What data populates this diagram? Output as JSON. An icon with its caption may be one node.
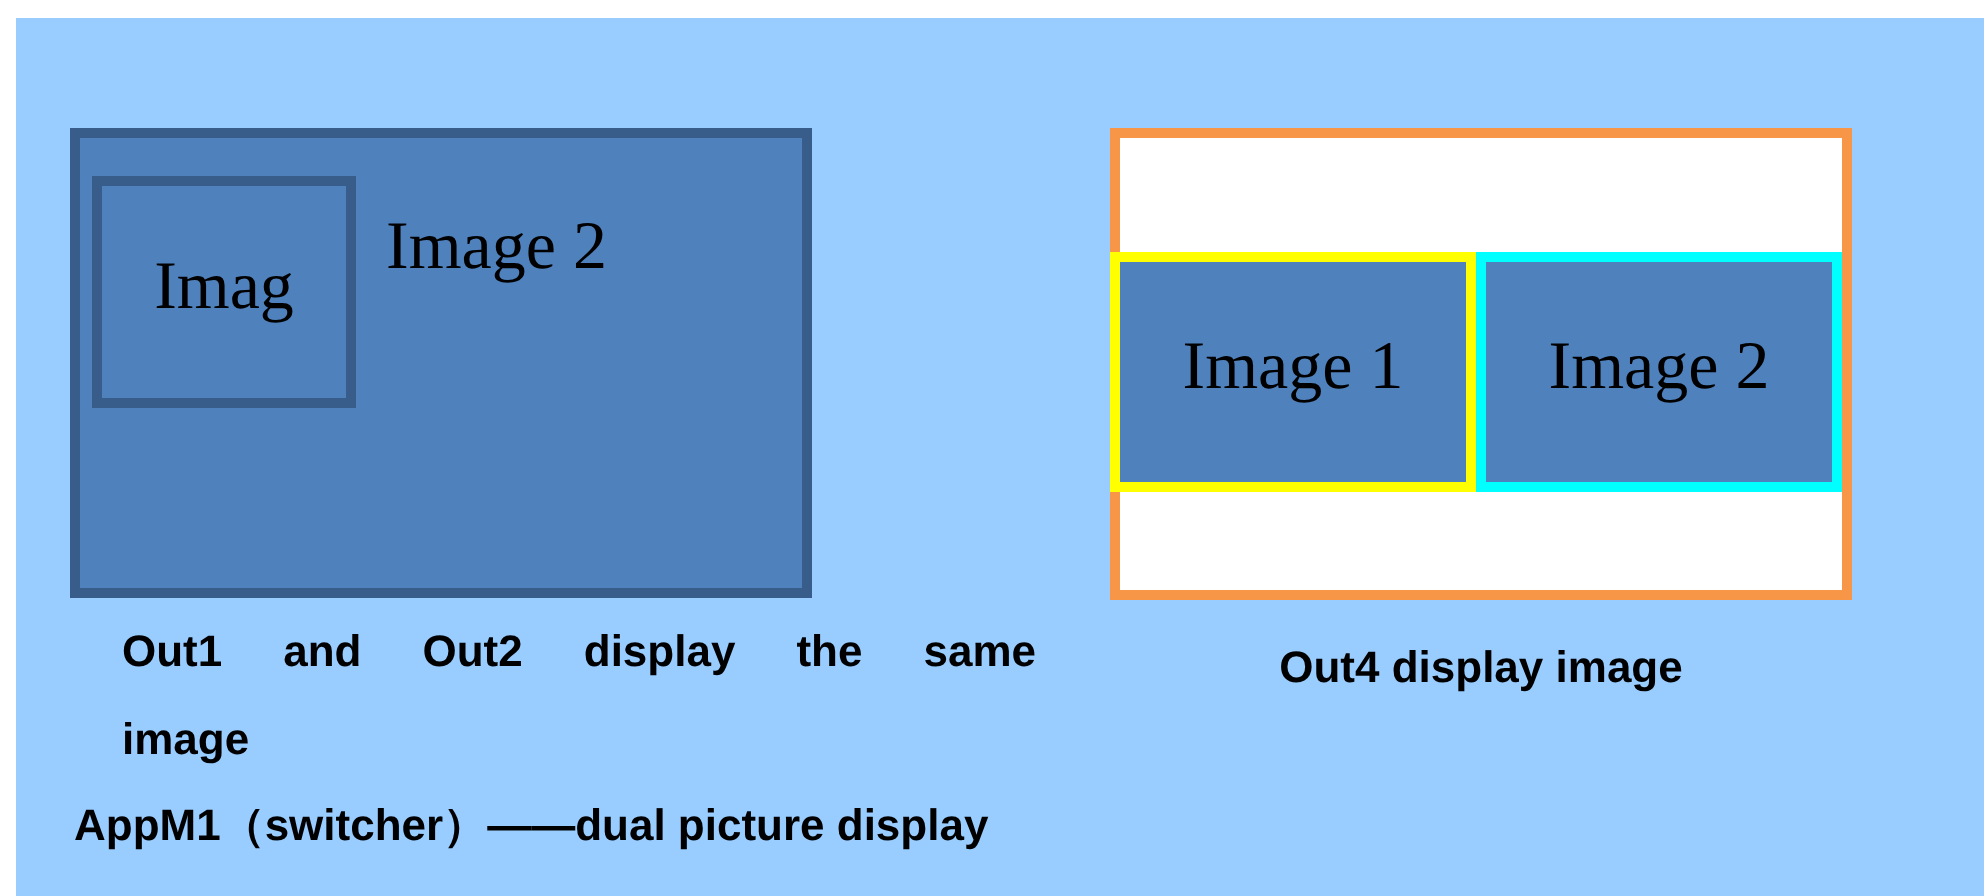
{
  "diagram": {
    "nodes": [
      {
        "text": [
          "Image 2"
        ],
        "beside": [
          "Out1 and Out2 display the same image"
        ]
      },
      {
        "text": [
          "Imag"
        ],
        "in": 0
      },
      {
        "text": [],
        "shape": "box",
        "beside": [
          "Out4 display image"
        ]
      },
      {
        "text": [
          "Image 1"
        ],
        "in": 2
      },
      {
        "text": [
          "Image 2"
        ],
        "in": 2
      }
    ],
    "edges": [],
    "labels": [
      "AppM1（switcher）——dual picture display"
    ]
  }
}
